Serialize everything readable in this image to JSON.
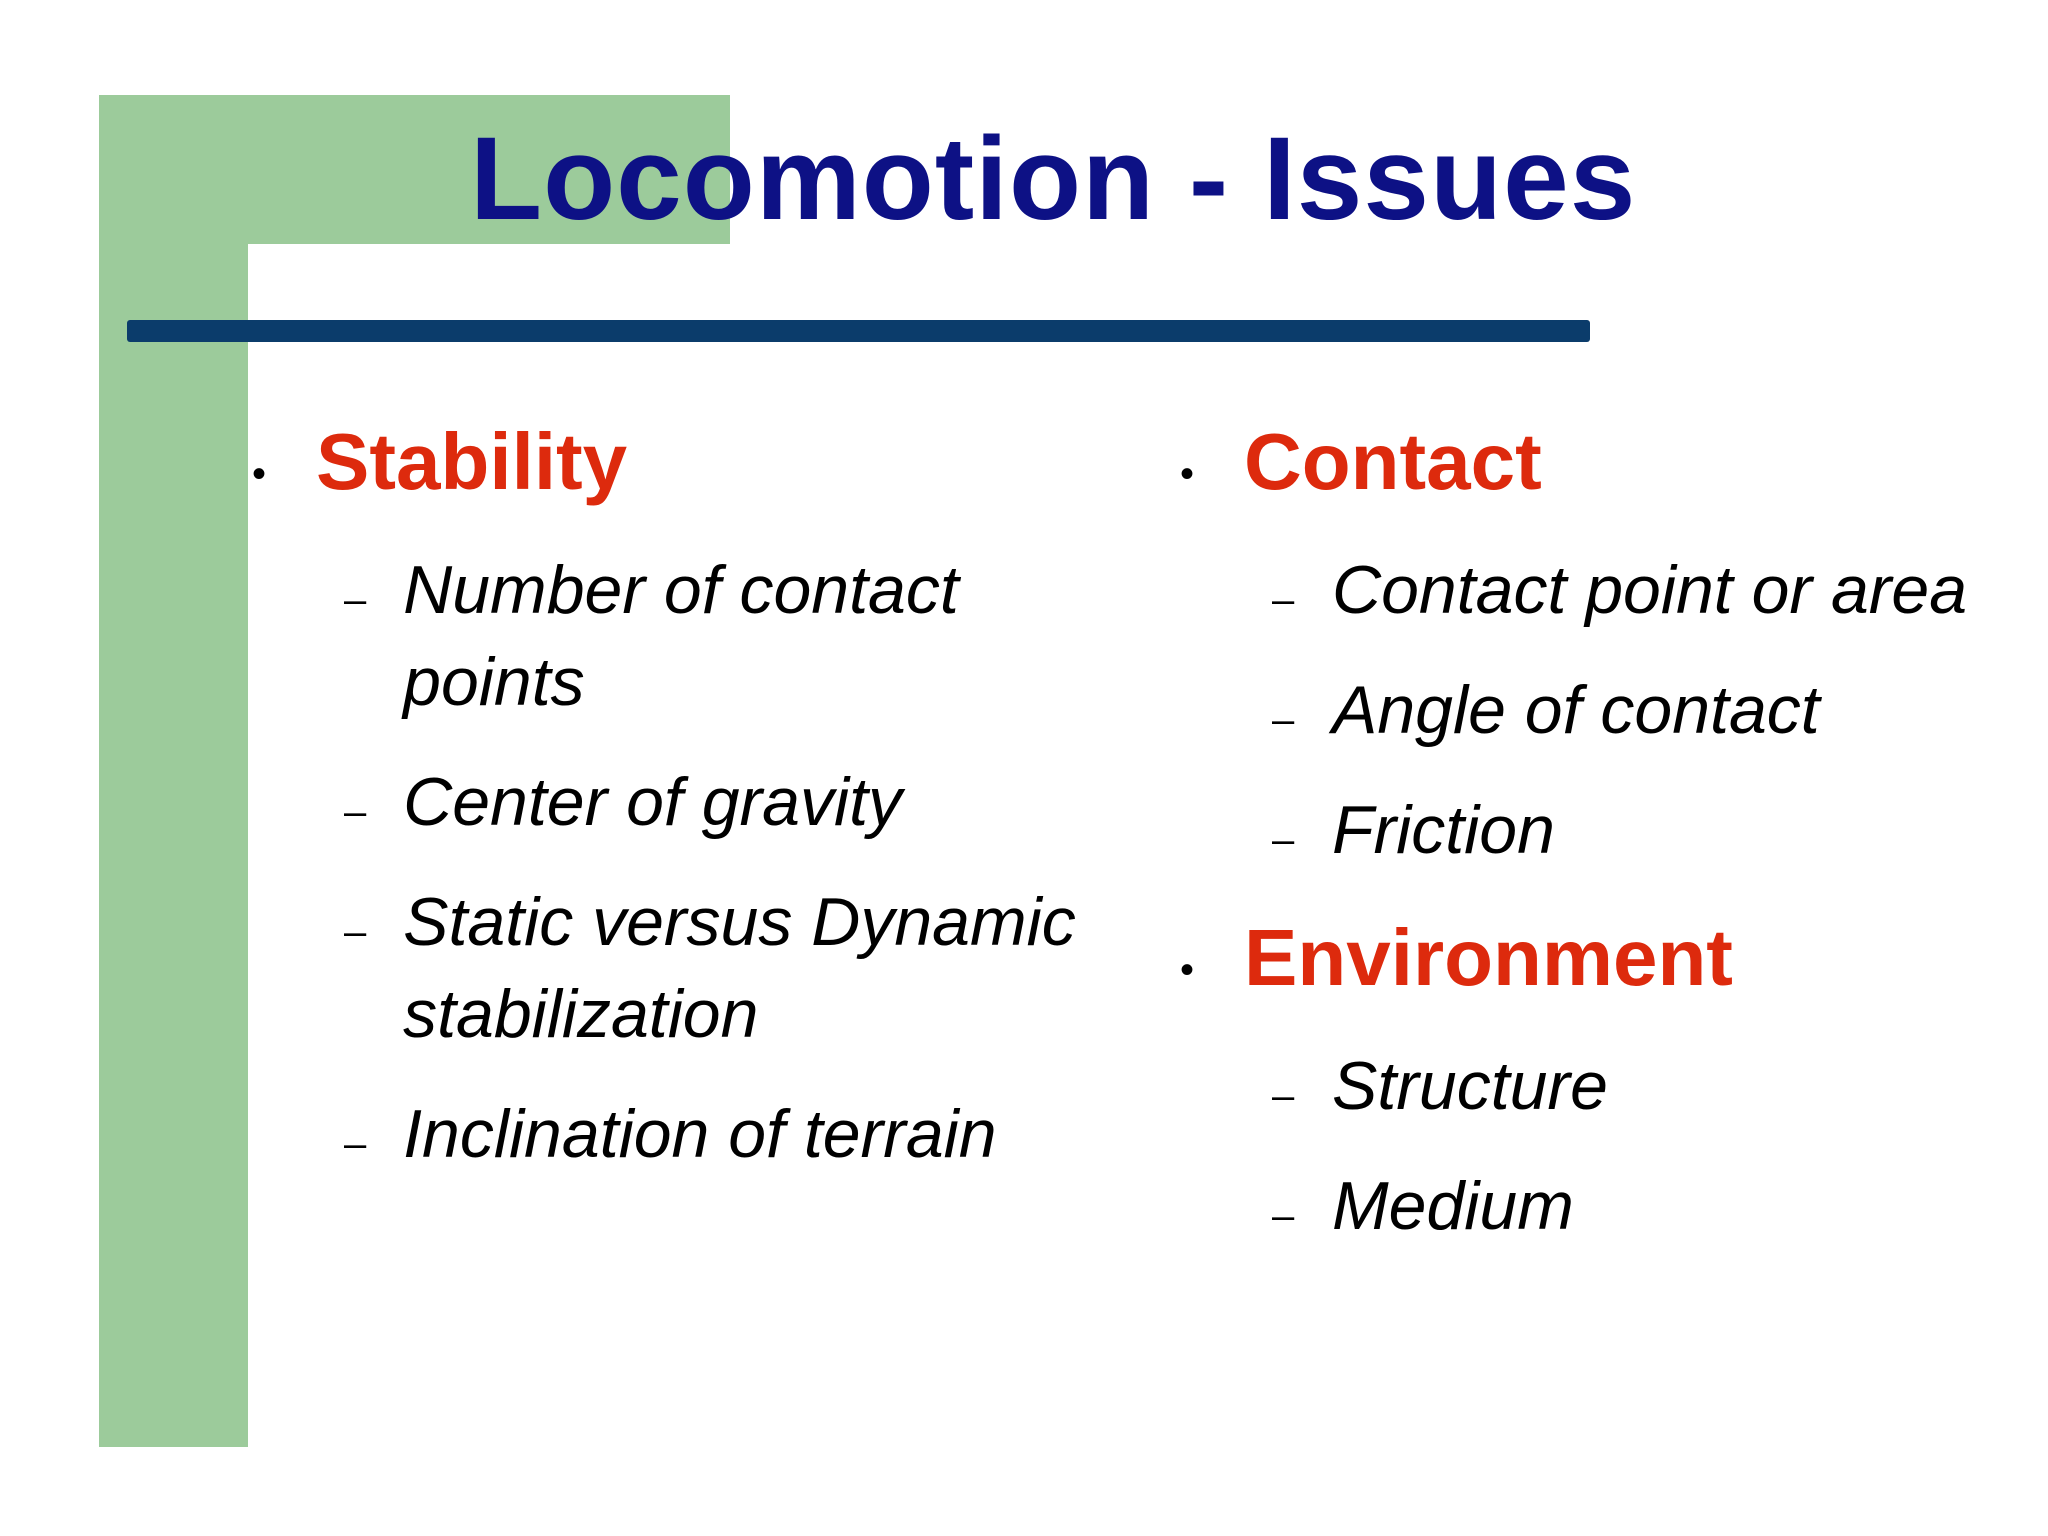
{
  "slide": {
    "title": "Locomotion - Issues",
    "accent_color": "#9ccb9b",
    "title_color": "#0d1185",
    "heading_color": "#dd2a0d",
    "rule_color": "#0b3c6b"
  },
  "left_column": {
    "bullets": [
      {
        "label": "Stability",
        "items": [
          "Number of contact points",
          "Center of gravity",
          "Static versus Dynamic stabilization",
          "Inclination of terrain"
        ]
      }
    ]
  },
  "right_column": {
    "bullets": [
      {
        "label": "Contact",
        "items": [
          "Contact point or area",
          "Angle of contact",
          "Friction"
        ]
      },
      {
        "label": "Environment",
        "items": [
          "Structure",
          "Medium"
        ]
      }
    ]
  },
  "markers": {
    "bullet": "•",
    "dash": "–"
  }
}
